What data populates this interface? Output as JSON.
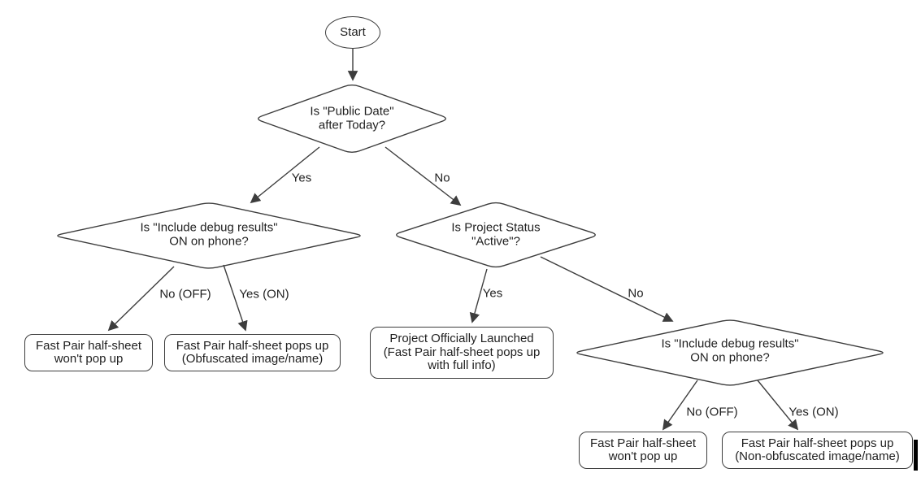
{
  "flowchart": {
    "nodes": {
      "start": "Start",
      "q_public_date": "Is \"Public Date\"\nafter Today?",
      "q_debug_left": "Is \"Include debug results\"\nON on phone?",
      "q_project_status": "Is Project Status\n\"Active\"?",
      "q_debug_right": "Is \"Include debug results\"\nON on phone?",
      "out_no_popup_left": "Fast Pair half-sheet\nwon't pop up",
      "out_obfuscated": "Fast Pair half-sheet pops up\n(Obfuscated image/name)",
      "out_launched": "Project Officially Launched\n(Fast Pair half-sheet pops up\nwith full info)",
      "out_no_popup_right": "Fast Pair half-sheet\nwon't pop up",
      "out_non_obfuscated": "Fast Pair half-sheet pops up\n(Non-obfuscated image/name)"
    },
    "edge_labels": {
      "yes_top": "Yes",
      "no_top": "No",
      "no_off_left": "No (OFF)",
      "yes_on_left": "Yes (ON)",
      "yes_mid": "Yes",
      "no_mid": "No",
      "no_off_right": "No (OFF)",
      "yes_on_right": "Yes (ON)"
    },
    "colors": {
      "shape_stroke": "#3d3d3d",
      "text": "#1f1f1f",
      "background": "#ffffff",
      "cursor_bar": "#000000"
    }
  }
}
